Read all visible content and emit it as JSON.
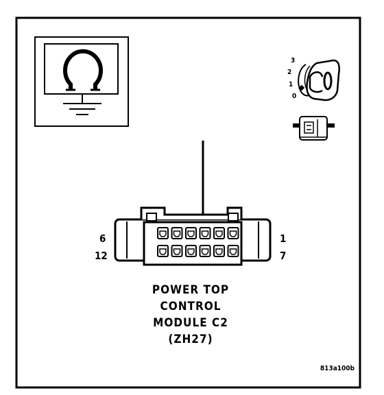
{
  "meter": {
    "symbol": "ohm",
    "icon": "ohmmeter-icon"
  },
  "ignition": {
    "icon": "ignition-key-icon",
    "positions": [
      "3",
      "2",
      "1",
      "0"
    ]
  },
  "disconnect_icon": "connector-disconnect-icon",
  "connector": {
    "pin_left_top": "6",
    "pin_left_bottom": "12",
    "pin_right_top": "1",
    "pin_right_bottom": "7",
    "rows": 2,
    "cavities_per_row": 6,
    "probed_cavity": 3
  },
  "title": {
    "line1": "POWER TOP",
    "line2": "CONTROL",
    "line3": "MODULE C2",
    "line4": "(ZH27)"
  },
  "figure_id": "813a100b"
}
